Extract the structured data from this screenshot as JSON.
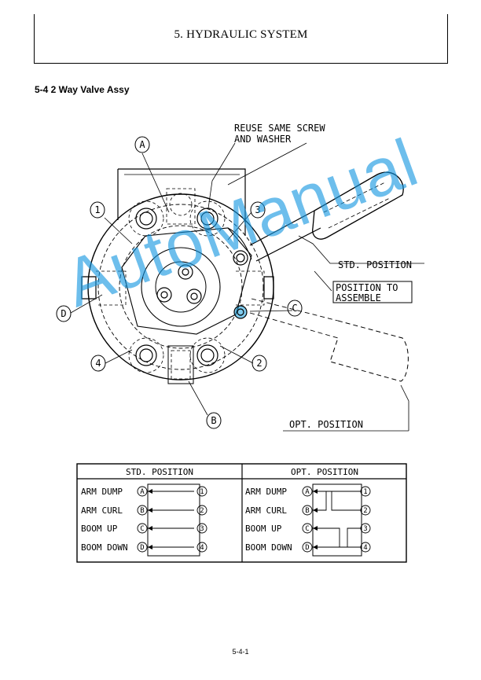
{
  "header": {
    "title": "5. HYDRAULIC SYSTEM"
  },
  "section": {
    "title": "5-4  2 Way Valve Assy"
  },
  "diagram": {
    "callouts": {
      "reuse_line1": "REUSE SAME SCREW",
      "reuse_line2": "AND WASHER",
      "std_position": "STD. POSITION",
      "position_to_line1": "POSITION TO",
      "position_to_line2": "ASSEMBLE",
      "opt_position": "OPT. POSITION"
    },
    "markers": {
      "a": "A",
      "b": "B",
      "c": "C",
      "d": "D",
      "n1": "1",
      "n2": "2",
      "n3": "3",
      "n4": "4"
    }
  },
  "watermark": "AutoManual",
  "table": {
    "std_header": "STD. POSITION",
    "opt_header": "OPT. POSITION",
    "rows": [
      {
        "label": "ARM DUMP",
        "letter": "A",
        "number": "1"
      },
      {
        "label": "ARM CURL",
        "letter": "B",
        "number": "2"
      },
      {
        "label": "BOOM UP",
        "letter": "C",
        "number": "3"
      },
      {
        "label": "BOOM DOWN",
        "letter": "D",
        "number": "4"
      }
    ]
  },
  "page_number": "5-4-1"
}
